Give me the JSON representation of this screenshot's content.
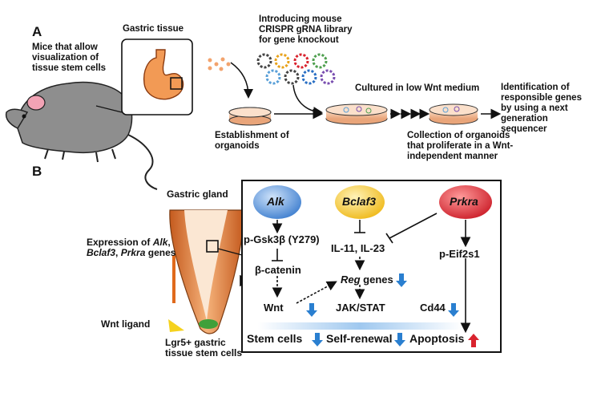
{
  "panel_a": {
    "label": "A",
    "mice_caption": "Mice that allow\nvisualization of\ntissue stem cells",
    "gastric_tissue": "Gastric tissue",
    "library_caption": "Introducing mouse\nCRISPR gRNA library\nfor gene knockout",
    "cultured": "Cultured in low Wnt medium",
    "establishment": "Establishment of\norganoids",
    "collection": "Collection of organoids\nthat proliferate in a Wnt-\nindependent manner",
    "identification": "Identification of\nresponsible genes\nby using a next\ngeneration\nsequencer"
  },
  "panel_b": {
    "label": "B",
    "gastric_gland": "Gastric gland",
    "expression_line1_prefix": "Expression of ",
    "gene_alk": "Alk",
    "comma": ",",
    "gene_bclaf3": "Bclaf3",
    "comma2": ", ",
    "gene_prkra": "Prkra",
    "expression_line2_suffix": " genes",
    "wnt_ligand": "Wnt ligand",
    "stem_cells_caption": "Lgr5+ gastric\ntissue stem cells",
    "nodes": {
      "alk": "Alk",
      "bclaf3": "Bclaf3",
      "prkra": "Prkra",
      "p_gsk": "p-Gsk3β (Y279)",
      "beta_catenin": "β-catenin",
      "wnt": "Wnt",
      "il": "IL-11, IL-23",
      "reg": "Reg",
      "reg_suffix": " genes",
      "jak": "JAK/STAT",
      "cd44": "Cd44",
      "p_eif": "p-Eif2s1"
    },
    "outcomes": {
      "stem_cells": "Stem cells",
      "self_renewal": "Self-renewal",
      "apoptosis": "Apoptosis"
    }
  },
  "colors": {
    "alk": "#4f8fd6",
    "bclaf3": "#f2c12e",
    "prkra": "#d9232e",
    "down_arrow": "#2a7fd0",
    "up_arrow": "#d9232e",
    "organoid_dish": "#f4c9a8",
    "stomach": "#f29a55"
  },
  "icons": [
    "mouse-icon",
    "stomach-icon",
    "grna-gear-icon",
    "organoid-dish-icon",
    "gastric-gland-icon"
  ]
}
